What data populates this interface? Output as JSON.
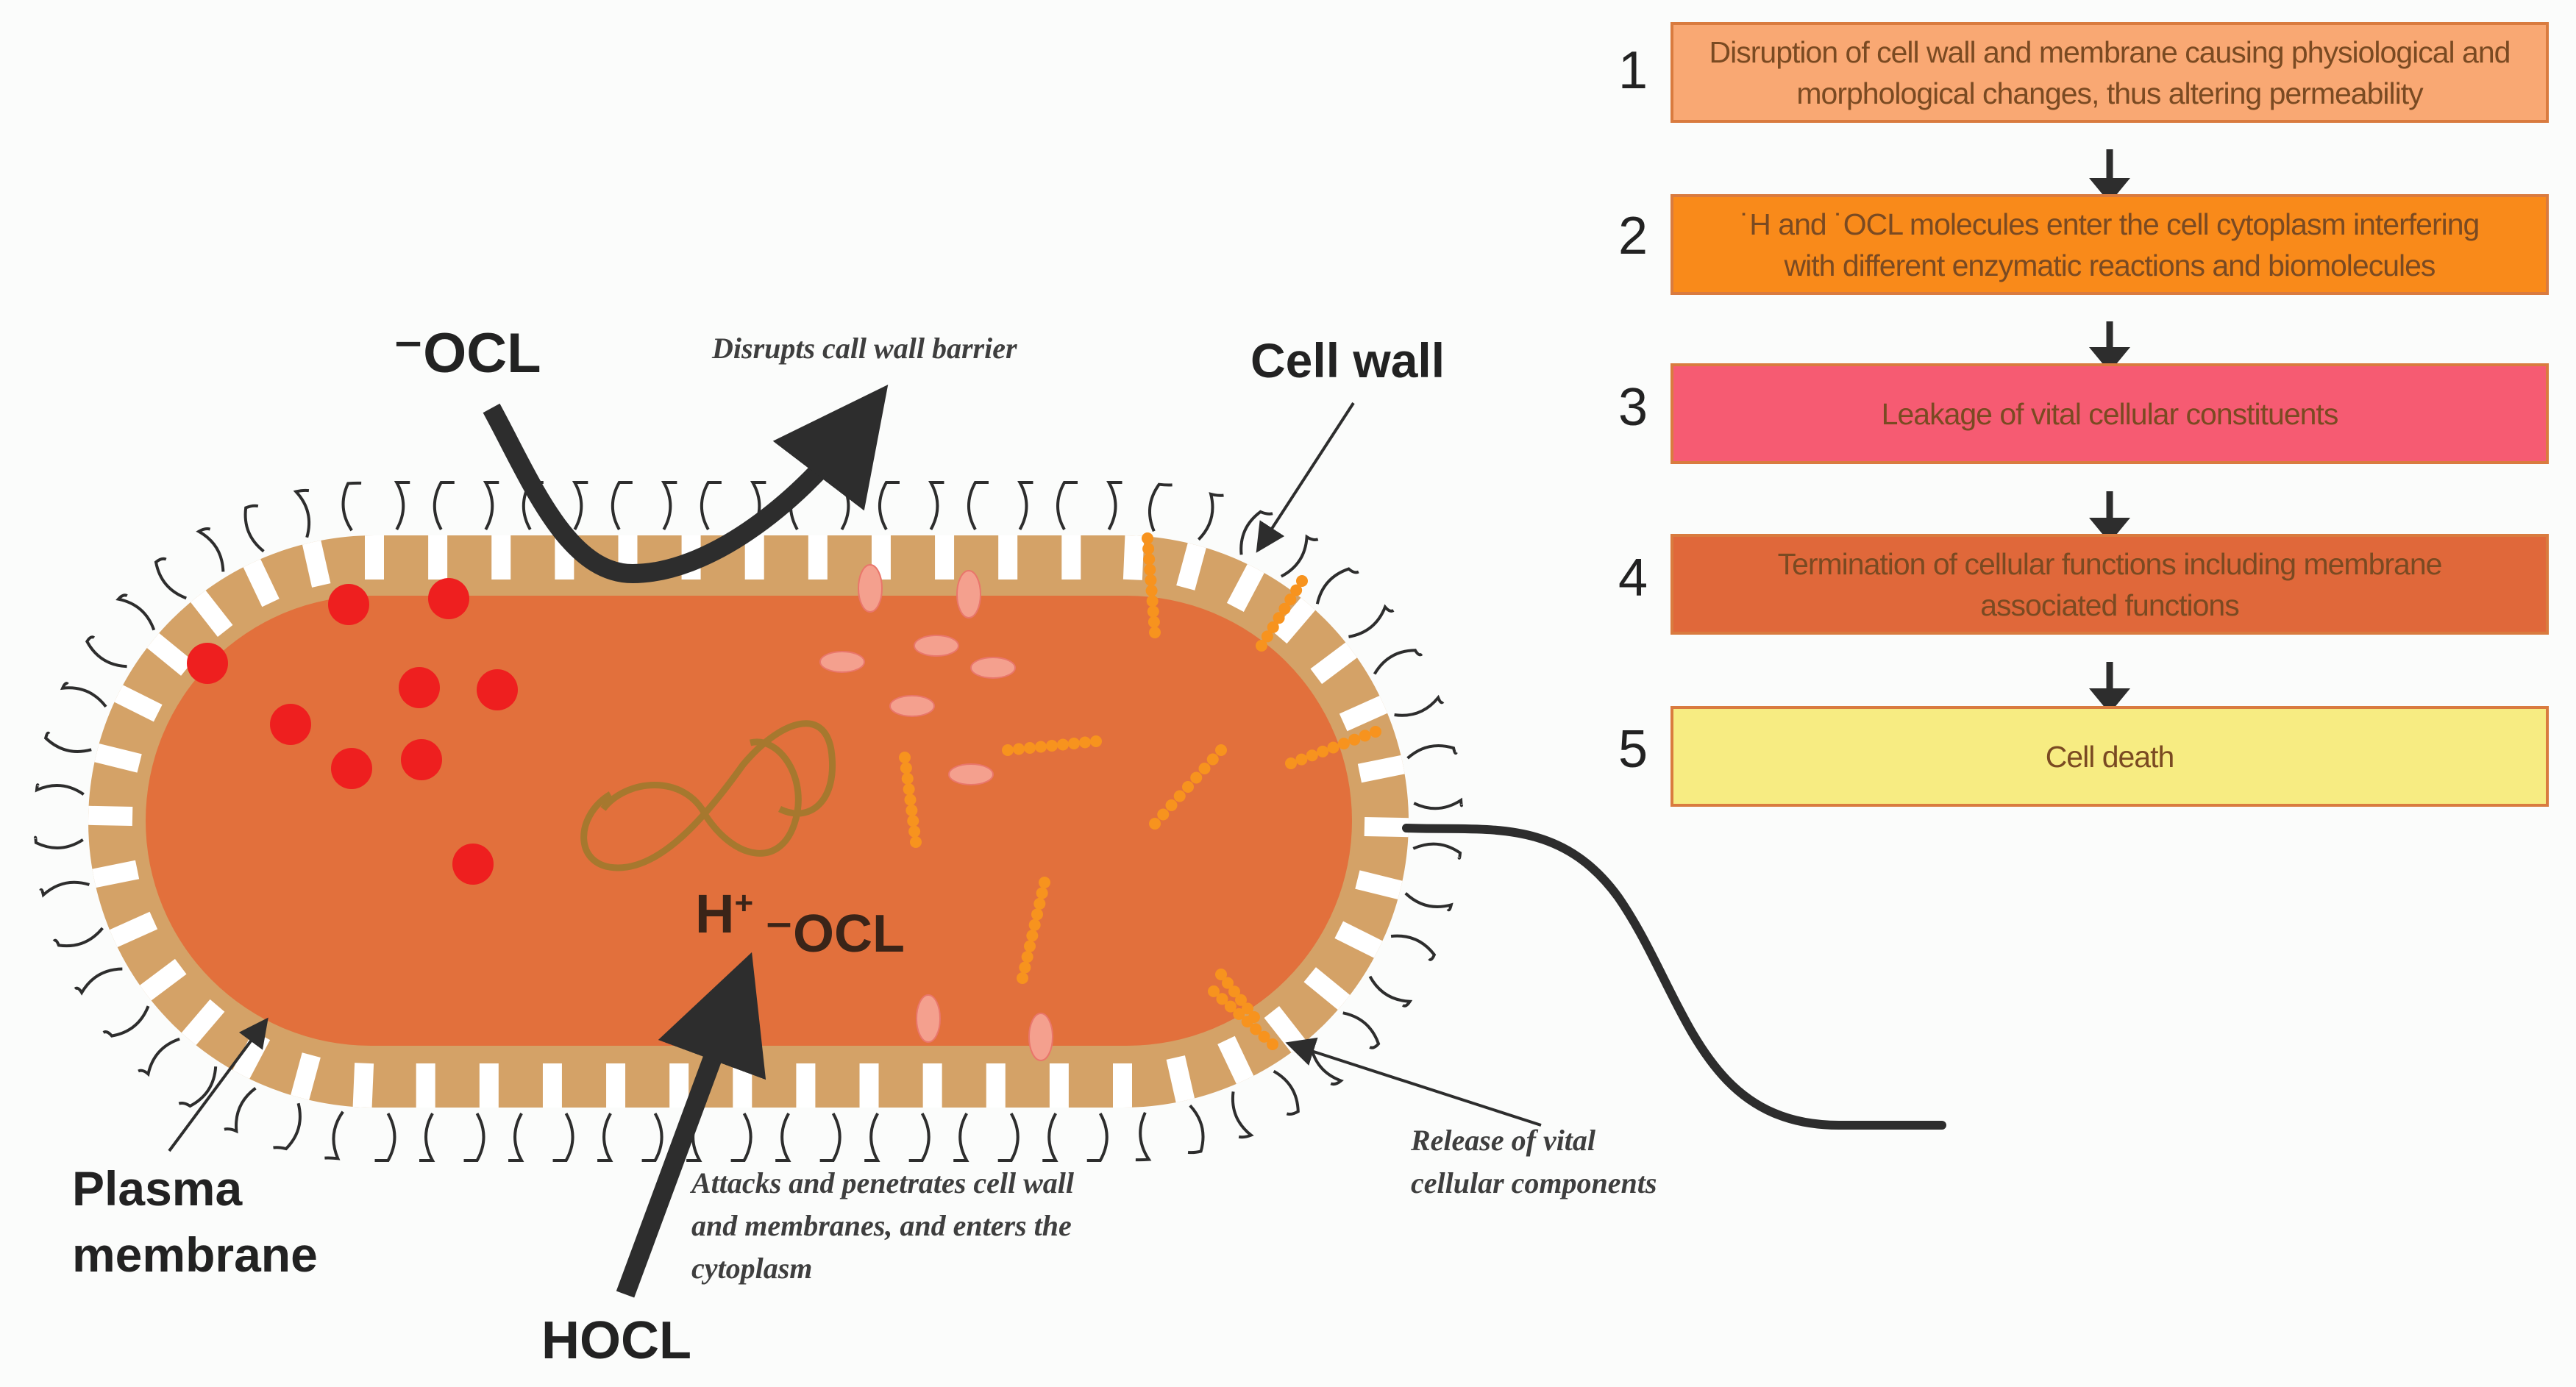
{
  "labels": {
    "ocl_top": "⁻OCL",
    "cell_wall": "Cell wall",
    "plasma_membrane_line1": "Plasma",
    "plasma_membrane_line2": "membrane",
    "hocl": "HOCL",
    "h_plus_base": "H",
    "h_plus_sup": "+",
    "ocl_inner": "⁻OCL"
  },
  "annotations": {
    "disrupts": "Disrupts call wall barrier",
    "attacks_line1": "Attacks and penetrates cell wall",
    "attacks_line2": "and membranes, and enters the",
    "attacks_line3": "cytoplasm",
    "release_line1": "Release of vital",
    "release_line2": "cellular components"
  },
  "flowchart": {
    "steps": [
      {
        "number": "1",
        "line1": "Disruption of cell wall and membrane causing physiological and",
        "line2": "morphological changes, thus altering permeability",
        "color": "#f9a873"
      },
      {
        "number": "2",
        "line1": "˙H and ˙OCL molecules enter the cell cytoplasm interfering",
        "line2": "with different enzymatic reactions and biomolecules",
        "color": "#f98a1a"
      },
      {
        "number": "3",
        "line1": "Leakage of vital cellular constituents",
        "line2": "",
        "color": "#f65b72"
      },
      {
        "number": "4",
        "line1": "Termination of cellular functions including membrane",
        "line2": "associated functions",
        "color": "#e0683a"
      },
      {
        "number": "5",
        "line1": "Cell death",
        "line2": "",
        "color": "#f7ec82"
      }
    ]
  },
  "colors": {
    "cell_wall": "#d4a267",
    "cytoplasm": "#e2703c",
    "red_dots": "#ee1f1f",
    "chains": "#f7931e",
    "vesicles": "#f4a08e",
    "dna": "#9c7a2c",
    "arrows": "#2d2d2d",
    "outline_flowchart": "#d97b3f"
  }
}
